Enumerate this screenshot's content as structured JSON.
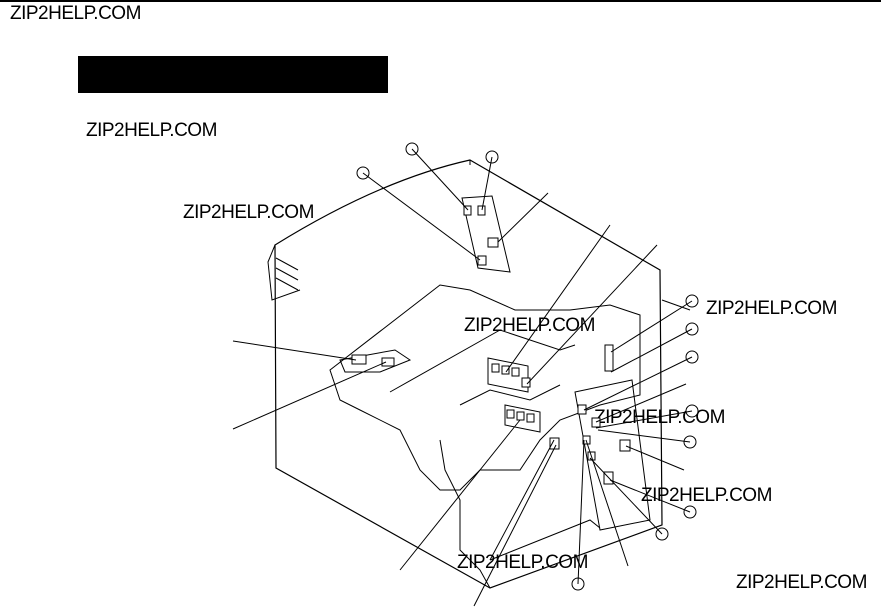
{
  "watermarks": [
    "ZIP2HELP.COM",
    "ZIP2HELP.COM",
    "ZIP2HELP.COM",
    "ZIP2HELP.COM",
    "ZIP2HELP.COM",
    "ZIP2HELP.COM",
    "ZIP2HELP.COM",
    "ZIP2HELP.COM",
    "ZIP2HELP.COM"
  ],
  "colors": {
    "ink": "#000000",
    "paper": "#ffffff"
  }
}
